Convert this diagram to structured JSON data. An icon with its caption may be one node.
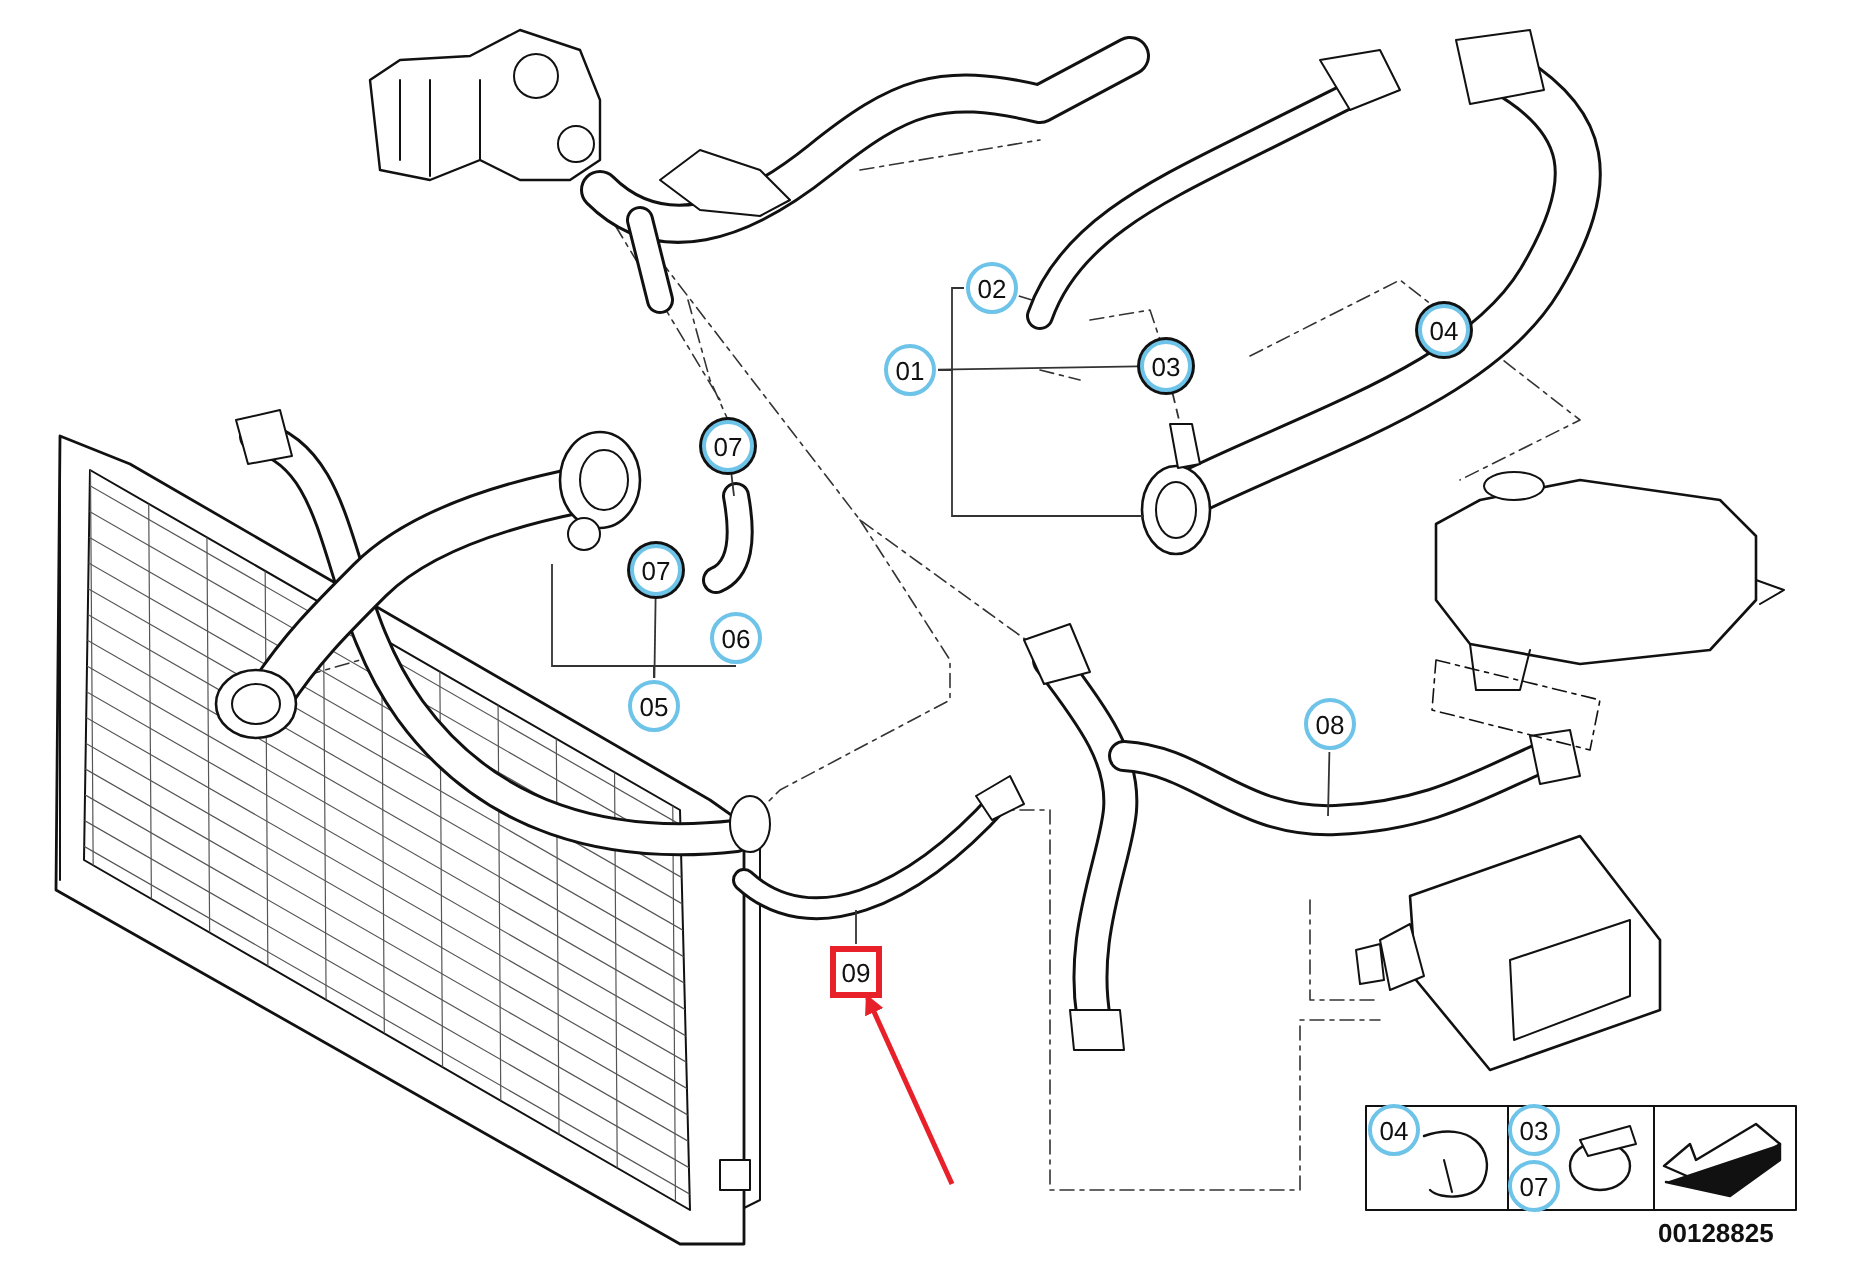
{
  "diagram": {
    "nodes": [
      {
        "text": [
          "02"
        ]
      },
      {
        "text": [
          "04"
        ]
      },
      {
        "text": [
          "01"
        ]
      },
      {
        "text": [
          "03"
        ]
      },
      {
        "text": [
          "07"
        ]
      },
      {
        "text": [
          "07"
        ]
      },
      {
        "text": [
          "06"
        ]
      },
      {
        "text": [
          "05"
        ]
      },
      {
        "text": [
          "08"
        ]
      },
      {
        "text": [
          "09"
        ]
      },
      {
        "text": [
          "04"
        ]
      },
      {
        "text": [
          "03"
        ]
      },
      {
        "text": [
          "07"
        ]
      }
    ],
    "edges": [
      {
        "from": 2,
        "to": 0,
        "arrow": "none"
      },
      {
        "from": 2,
        "to": 3,
        "arrow": "none"
      },
      {
        "from": 2,
        "to": null,
        "arrow": "none"
      },
      {
        "from": 0,
        "to": null,
        "arrow": "none"
      },
      {
        "from": 3,
        "to": null,
        "arrow": "none",
        "style": "dashed"
      },
      {
        "from": 4,
        "to": null,
        "arrow": "none"
      },
      {
        "from": 7,
        "to": 5,
        "arrow": "none"
      },
      {
        "from": 7,
        "to": 6,
        "arrow": "none"
      },
      {
        "from": 7,
        "to": null,
        "arrow": "none"
      },
      {
        "from": 8,
        "to": null,
        "arrow": "none"
      },
      {
        "from": 9,
        "to": null,
        "arrow": "none"
      },
      {
        "from": null,
        "to": 9,
        "arrow": "to",
        "style": "thick",
        "color": "#e8202a"
      }
    ],
    "labels": [
      "00128825"
    ]
  }
}
